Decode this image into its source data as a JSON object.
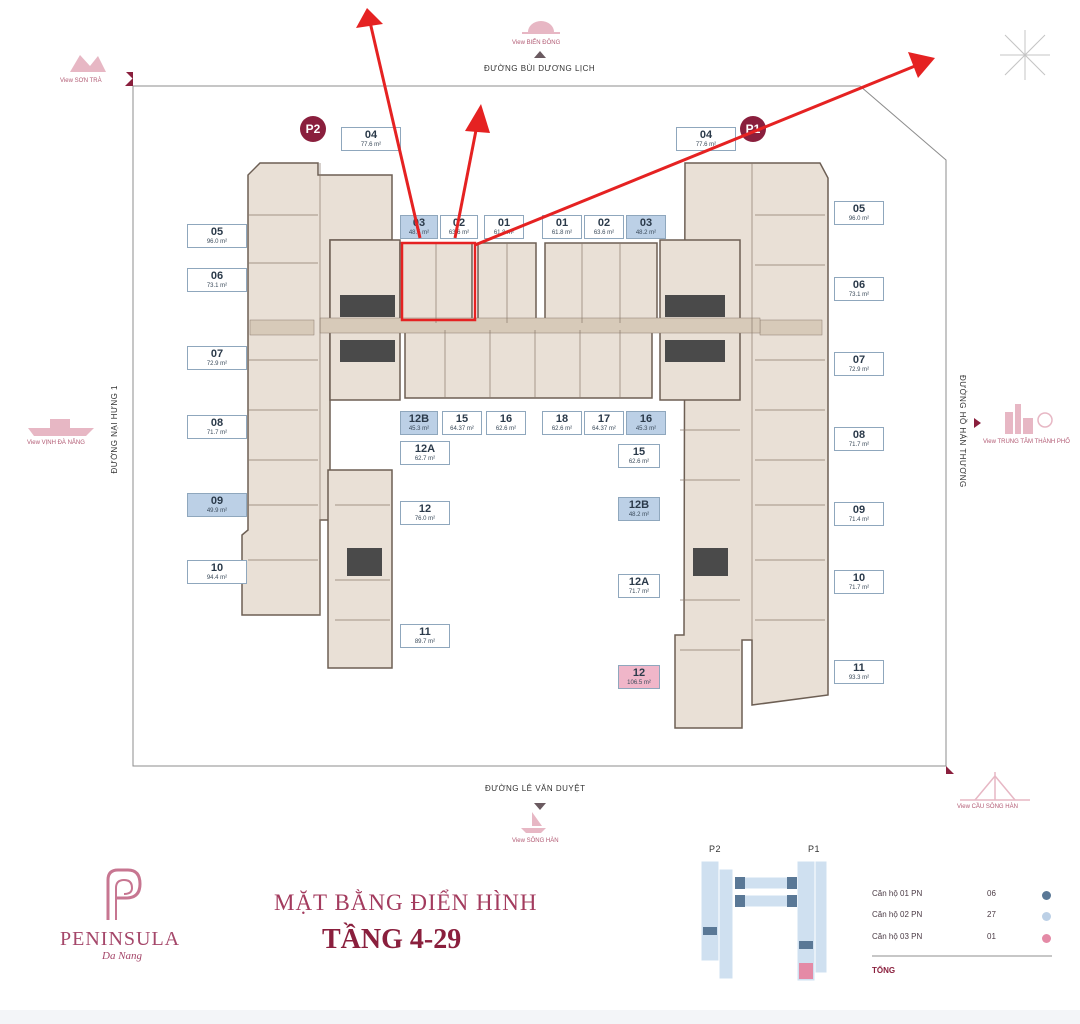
{
  "streets": {
    "top": "ĐƯỜNG BÙI DƯƠNG LỊCH",
    "bottom": "ĐƯỜNG LÊ VĂN DUYỆT",
    "left": "ĐƯỜNG NẠI HƯNG 1",
    "right": "ĐƯỜNG HỒ HÁN THƯƠNG"
  },
  "views": {
    "top": "View BIỂN ĐÔNG",
    "top_left": "View SƠN TRÀ",
    "left": "View VỊNH ĐÀ NẴNG",
    "right": "View TRUNG TÂM THÀNH PHỐ",
    "bottom": "View SÔNG HÀN",
    "bottom_right": "View CẦU SÔNG HÀN"
  },
  "towers": {
    "p2": "P2",
    "p1": "P1"
  },
  "units": [
    {
      "no": "04",
      "area": "77.6 m²",
      "type": 2
    },
    {
      "no": "05",
      "area": "96.0 m²",
      "type": 2
    },
    {
      "no": "06",
      "area": "73.1 m²",
      "type": 2
    },
    {
      "no": "07",
      "area": "72.9 m²",
      "type": 2
    },
    {
      "no": "08",
      "area": "71.7 m²",
      "type": 2
    },
    {
      "no": "09",
      "area": "49.9 m²",
      "type": 1
    },
    {
      "no": "10",
      "area": "94.4 m²",
      "type": 2
    },
    {
      "no": "03",
      "area": "48.5 m²",
      "type": 1
    },
    {
      "no": "02",
      "area": "63.6 m²",
      "type": 2
    },
    {
      "no": "01",
      "area": "61.8 m²",
      "type": 2
    },
    {
      "no": "12B",
      "area": "45.3 m²",
      "type": 1
    },
    {
      "no": "15",
      "area": "64.37 m²",
      "type": 2
    },
    {
      "no": "16",
      "area": "62.6 m²",
      "type": 2
    },
    {
      "no": "12A",
      "area": "62.7 m²",
      "type": 2
    },
    {
      "no": "12",
      "area": "76.0 m²",
      "type": 2
    },
    {
      "no": "11",
      "area": "89.7 m²",
      "type": 2
    },
    {
      "no": "04",
      "area": "77.6 m²",
      "type": 2
    },
    {
      "no": "01",
      "area": "61.8 m²",
      "type": 2
    },
    {
      "no": "02",
      "area": "63.6 m²",
      "type": 2
    },
    {
      "no": "03",
      "area": "48.2 m²",
      "type": 1
    },
    {
      "no": "18",
      "area": "62.6 m²",
      "type": 2
    },
    {
      "no": "17",
      "area": "64.37 m²",
      "type": 2
    },
    {
      "no": "16",
      "area": "45.3 m²",
      "type": 1
    },
    {
      "no": "15",
      "area": "62.6 m²",
      "type": 2
    },
    {
      "no": "12B",
      "area": "48.2 m²",
      "type": 1
    },
    {
      "no": "12A",
      "area": "71.7 m²",
      "type": 2
    },
    {
      "no": "12",
      "area": "106.5 m²",
      "type": 3
    },
    {
      "no": "05",
      "area": "96.0 m²",
      "type": 2
    },
    {
      "no": "06",
      "area": "73.1 m²",
      "type": 2
    },
    {
      "no": "07",
      "area": "72.9 m²",
      "type": 2
    },
    {
      "no": "08",
      "area": "71.7 m²",
      "type": 2
    },
    {
      "no": "09",
      "area": "71.4 m²",
      "type": 2
    },
    {
      "no": "10",
      "area": "71.7 m²",
      "type": 2
    },
    {
      "no": "11",
      "area": "93.3 m²",
      "type": 2
    }
  ],
  "brand": {
    "name": "PENINSULA",
    "sub": "Da Nang"
  },
  "title": {
    "line1": "MẶT BẰNG ĐIỂN HÌNH",
    "line2": "TẦNG 4-29"
  },
  "mini_map": {
    "p2": "P2",
    "p1": "P1"
  },
  "legend": {
    "rows": [
      {
        "label": "Căn hộ 01 PN",
        "count": "06",
        "color": "#5a7896"
      },
      {
        "label": "Căn hộ 02 PN",
        "count": "27",
        "color": "#bcd0e6"
      },
      {
        "label": "Căn hộ 03 PN",
        "count": "01",
        "color": "#e48aa6"
      }
    ],
    "total_label": "TỔNG"
  },
  "colors": {
    "brand": "#8a1f3d",
    "annotation": "#e52222",
    "unit_1pn": "#bcd0e6",
    "unit_3pn": "#f0b6c9"
  }
}
